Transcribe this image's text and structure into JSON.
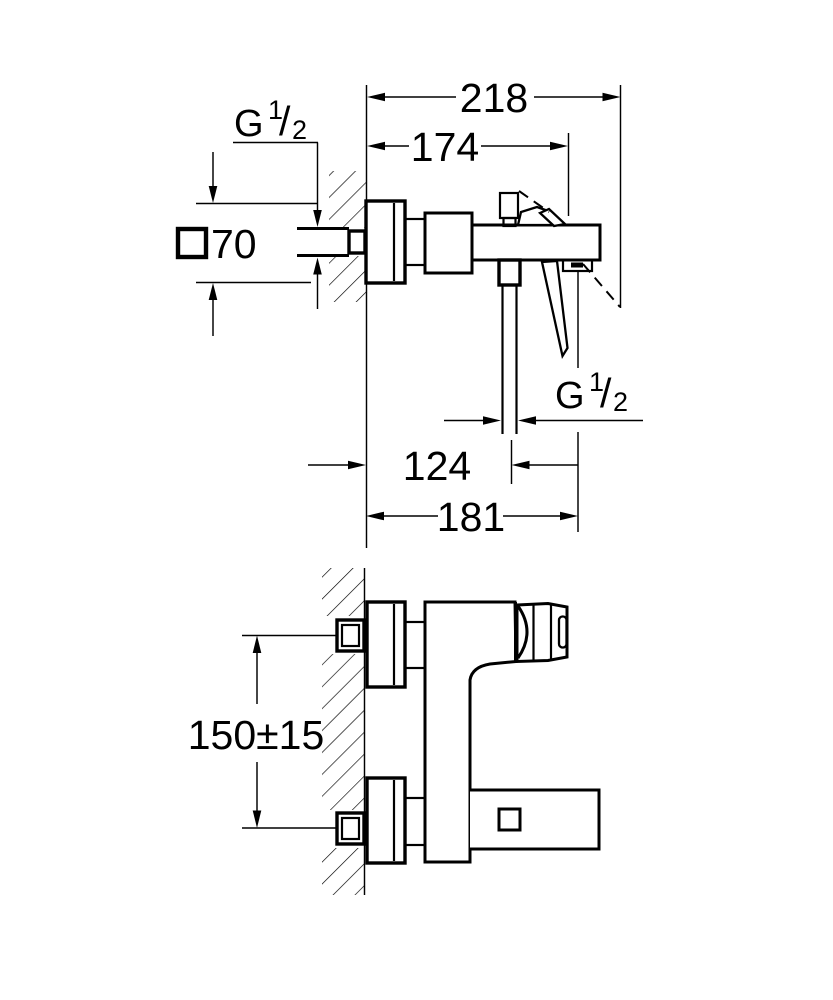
{
  "side_view": {
    "dim_total": "218",
    "dim_body": "174",
    "dim_escutcheon_size": "70",
    "dim_escutcheon_symbol": "square",
    "dim_outlet": "124",
    "dim_reach": "181",
    "thread_wall": {
      "g": "G",
      "sup": "1",
      "slash": "/",
      "sub": "2"
    },
    "thread_outlet": {
      "g": "G",
      "sup": "1",
      "slash": "/",
      "sub": "2"
    }
  },
  "front_view": {
    "dim_inlet_centers": "150±15"
  },
  "colors": {
    "line": "#000000",
    "background": "#ffffff"
  }
}
